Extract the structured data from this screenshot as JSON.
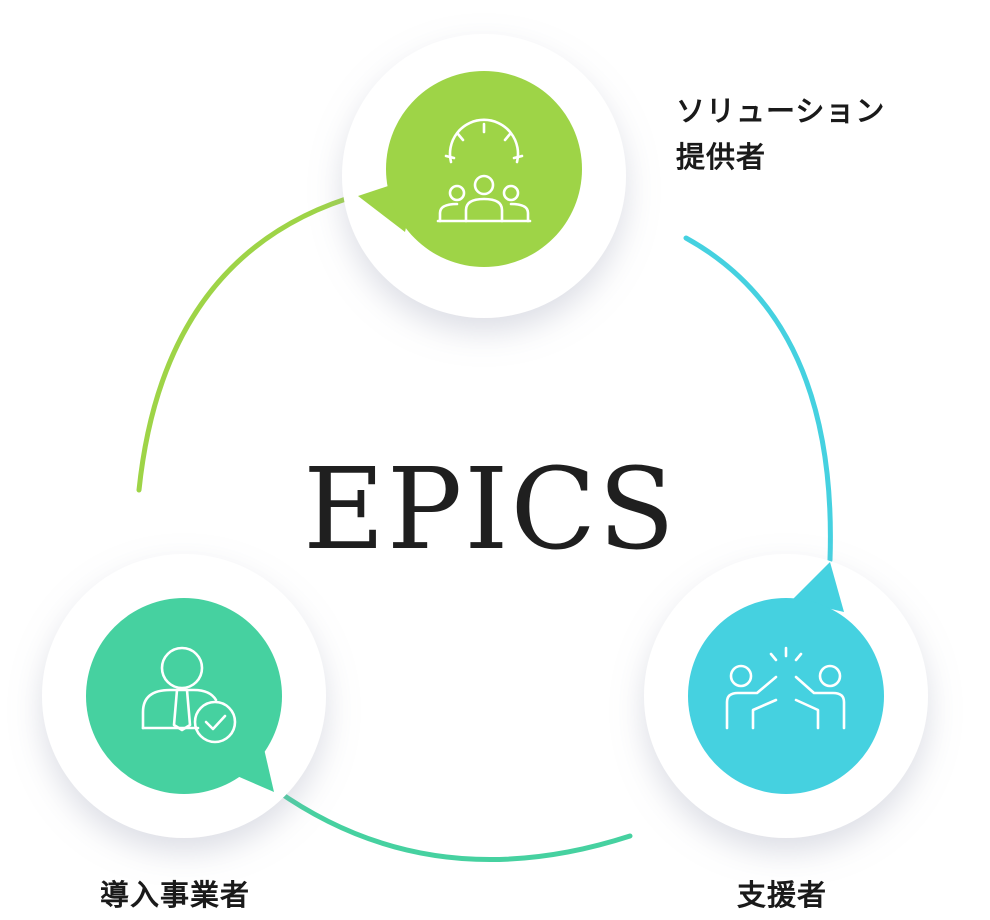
{
  "center_title": "EPICS",
  "nodes": {
    "solution": {
      "label_lines": [
        "ソリューション",
        "提供者"
      ],
      "color": "#9ed447",
      "icon": "gear-team-icon"
    },
    "support": {
      "label": "支援者",
      "color": "#45d1e0",
      "icon": "high-five-icon"
    },
    "intro": {
      "label": "導入事業者",
      "color": "#46d1a0",
      "icon": "person-check-icon"
    }
  },
  "colors": {
    "text": "#1a1a1a",
    "circle_outer": "#ffffff",
    "shadow": "#c9ccd6"
  }
}
